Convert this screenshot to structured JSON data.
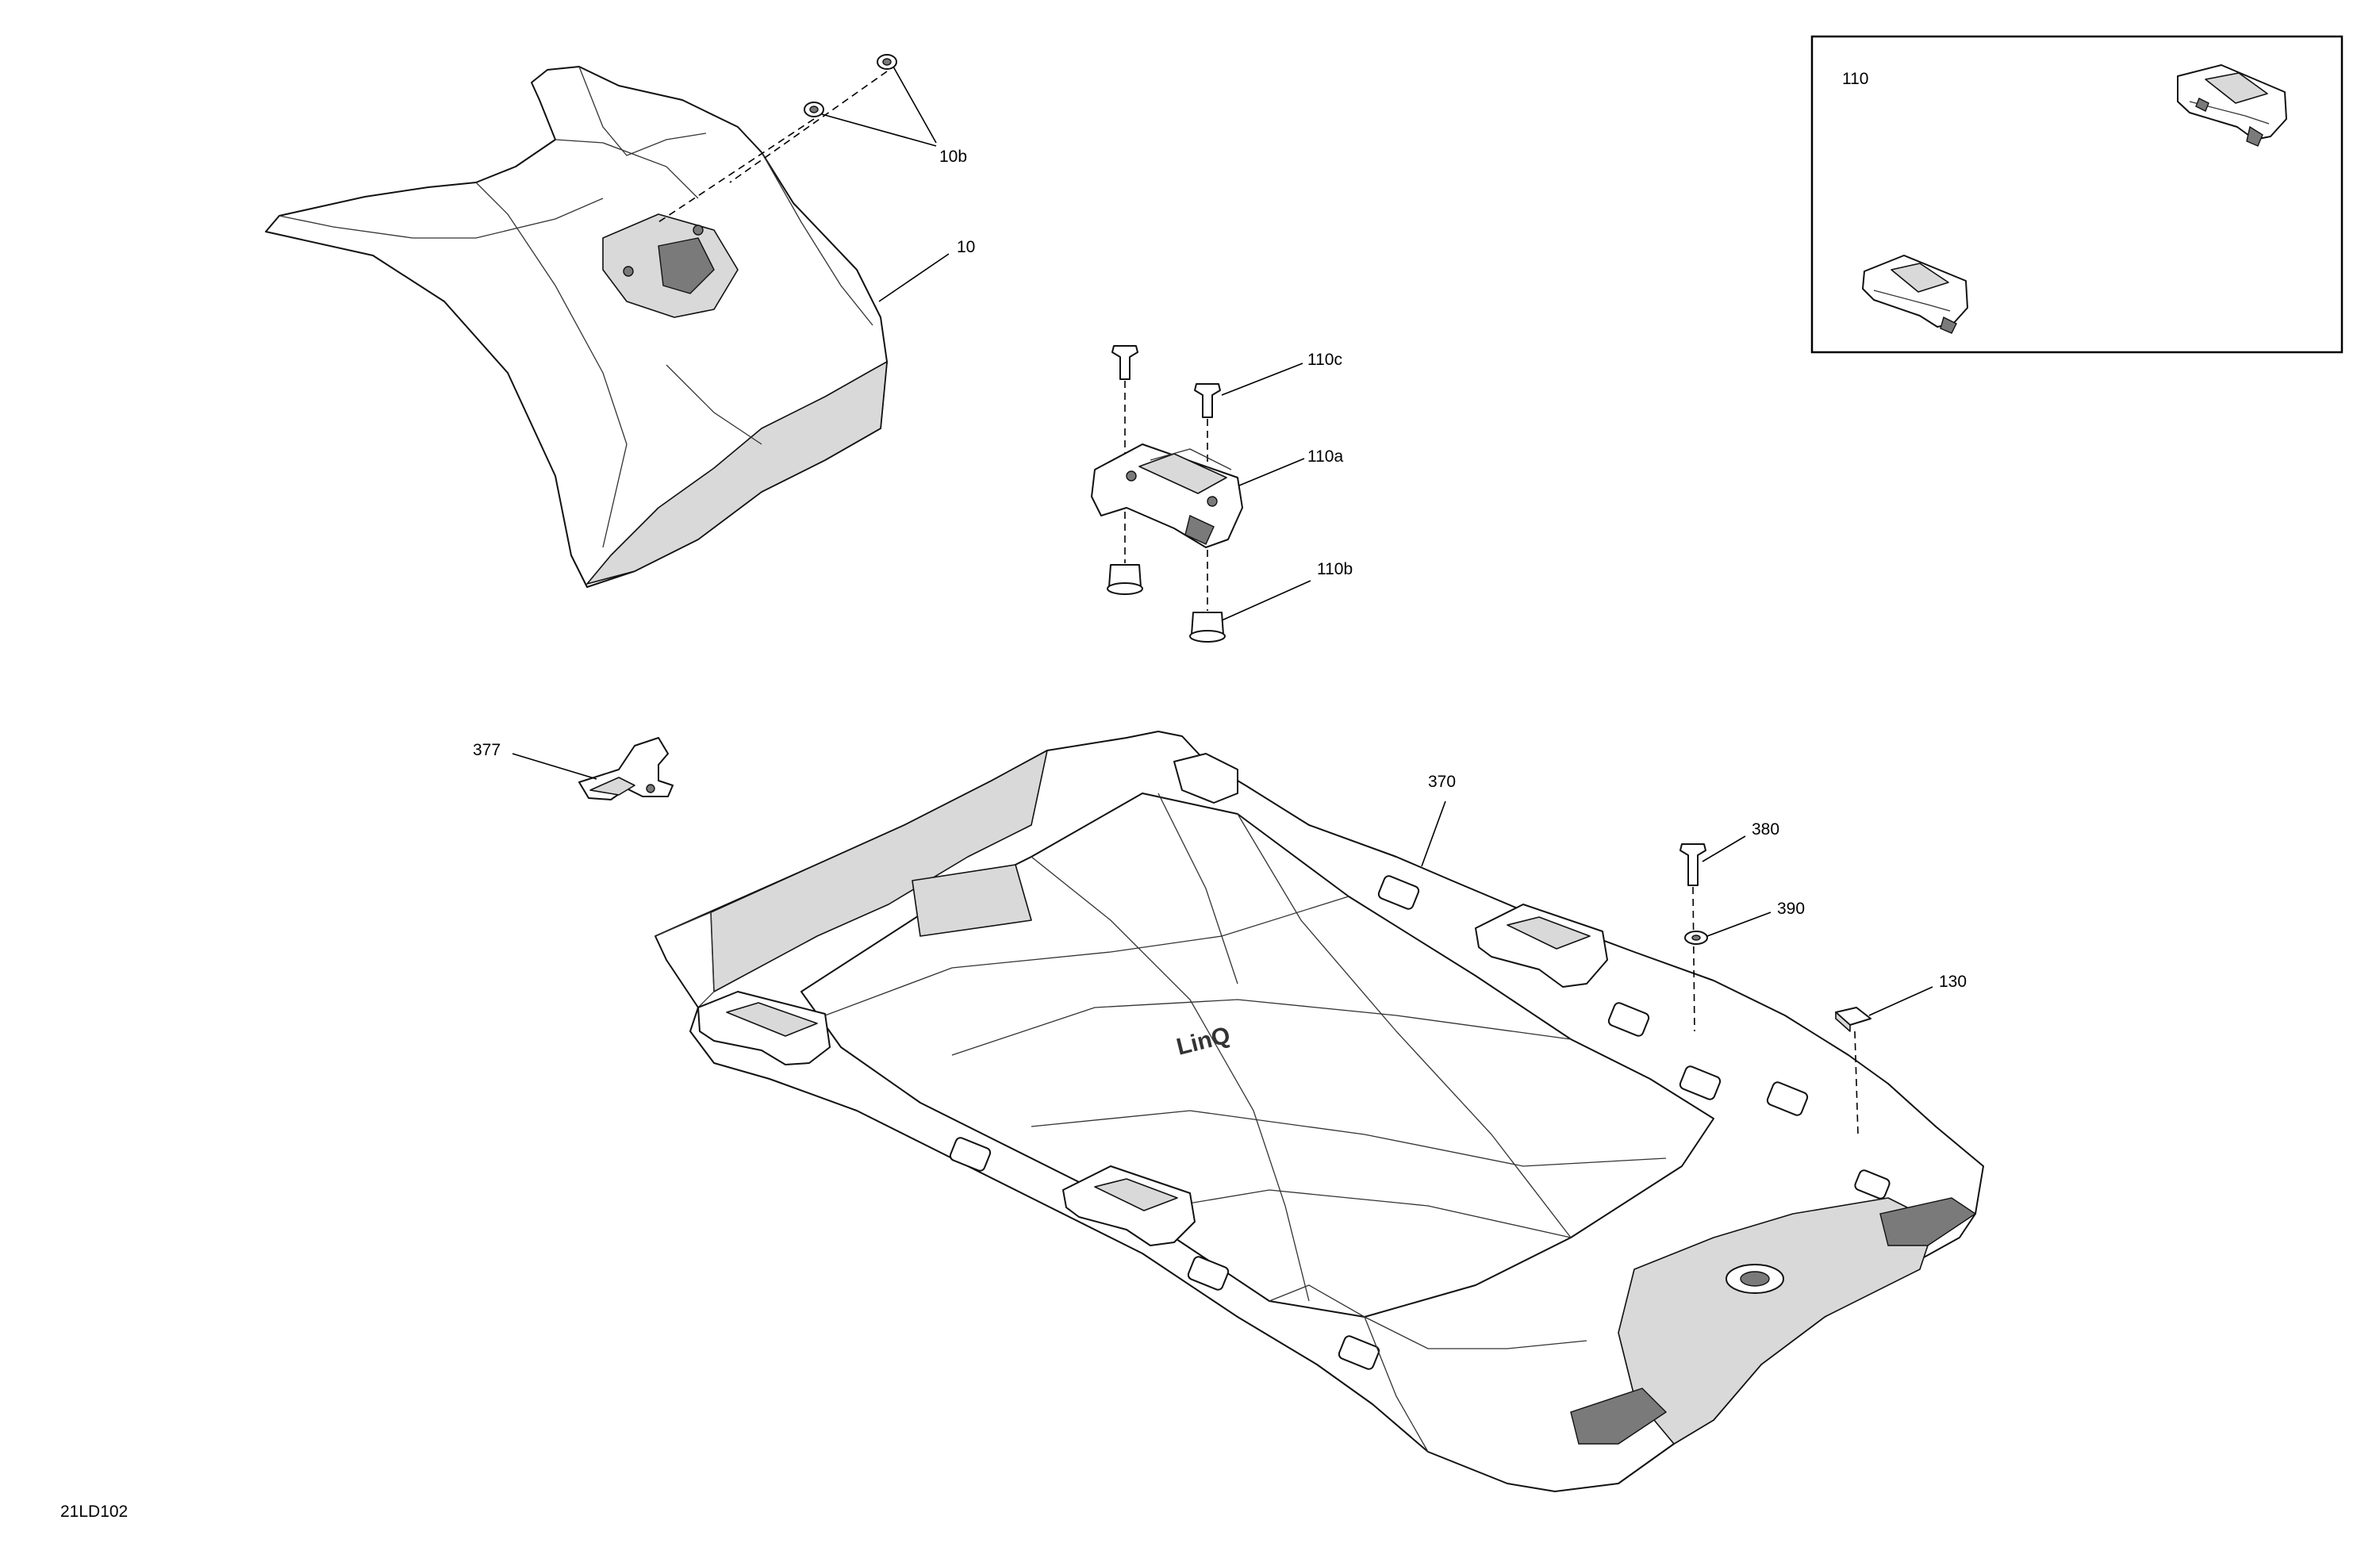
{
  "drawing_ref": "21LD102",
  "callouts": {
    "c10": "10",
    "c10b": "10b",
    "c110": "110",
    "c110a": "110a",
    "c110b": "110b",
    "c110c": "110c",
    "c130": "130",
    "c370": "370",
    "c377": "377",
    "c380": "380",
    "c390": "390"
  }
}
